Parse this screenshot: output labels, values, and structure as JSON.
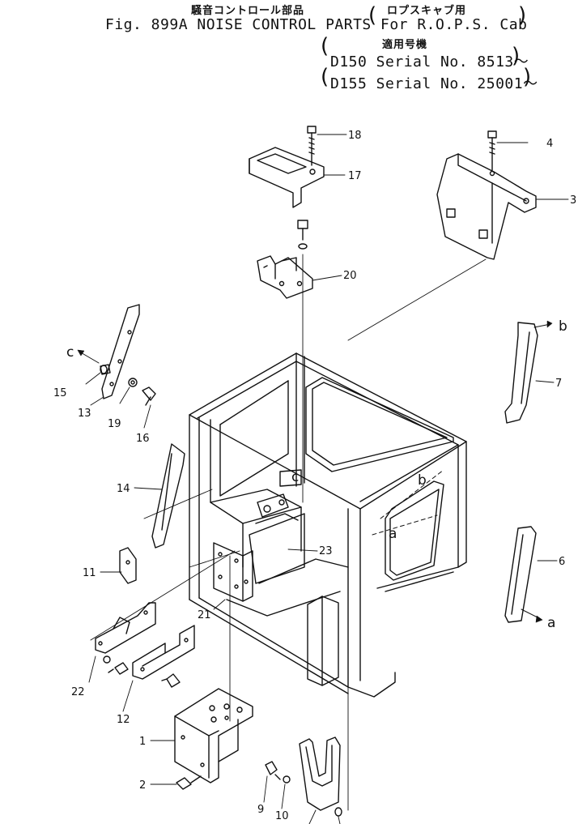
{
  "header": {
    "title_jp": "騒音コントロール部品",
    "title": "Fig. 899A NOISE CONTROL PARTS",
    "cab_jp": "ロプスキャブ用",
    "cab": "For R.O.P.S. Cab",
    "applicable_jp": "適用号機",
    "serial_1": "D150 Serial No. 8513～",
    "serial_2": "D155 Serial No. 25001～"
  },
  "callouts": [
    "1",
    "2",
    "3",
    "4",
    "6",
    "7",
    "9",
    "10",
    "11",
    "12",
    "13",
    "14",
    "15",
    "16",
    "17",
    "18",
    "19",
    "20",
    "21",
    "22",
    "23"
  ],
  "letter_marks": [
    "a",
    "b",
    "c"
  ]
}
